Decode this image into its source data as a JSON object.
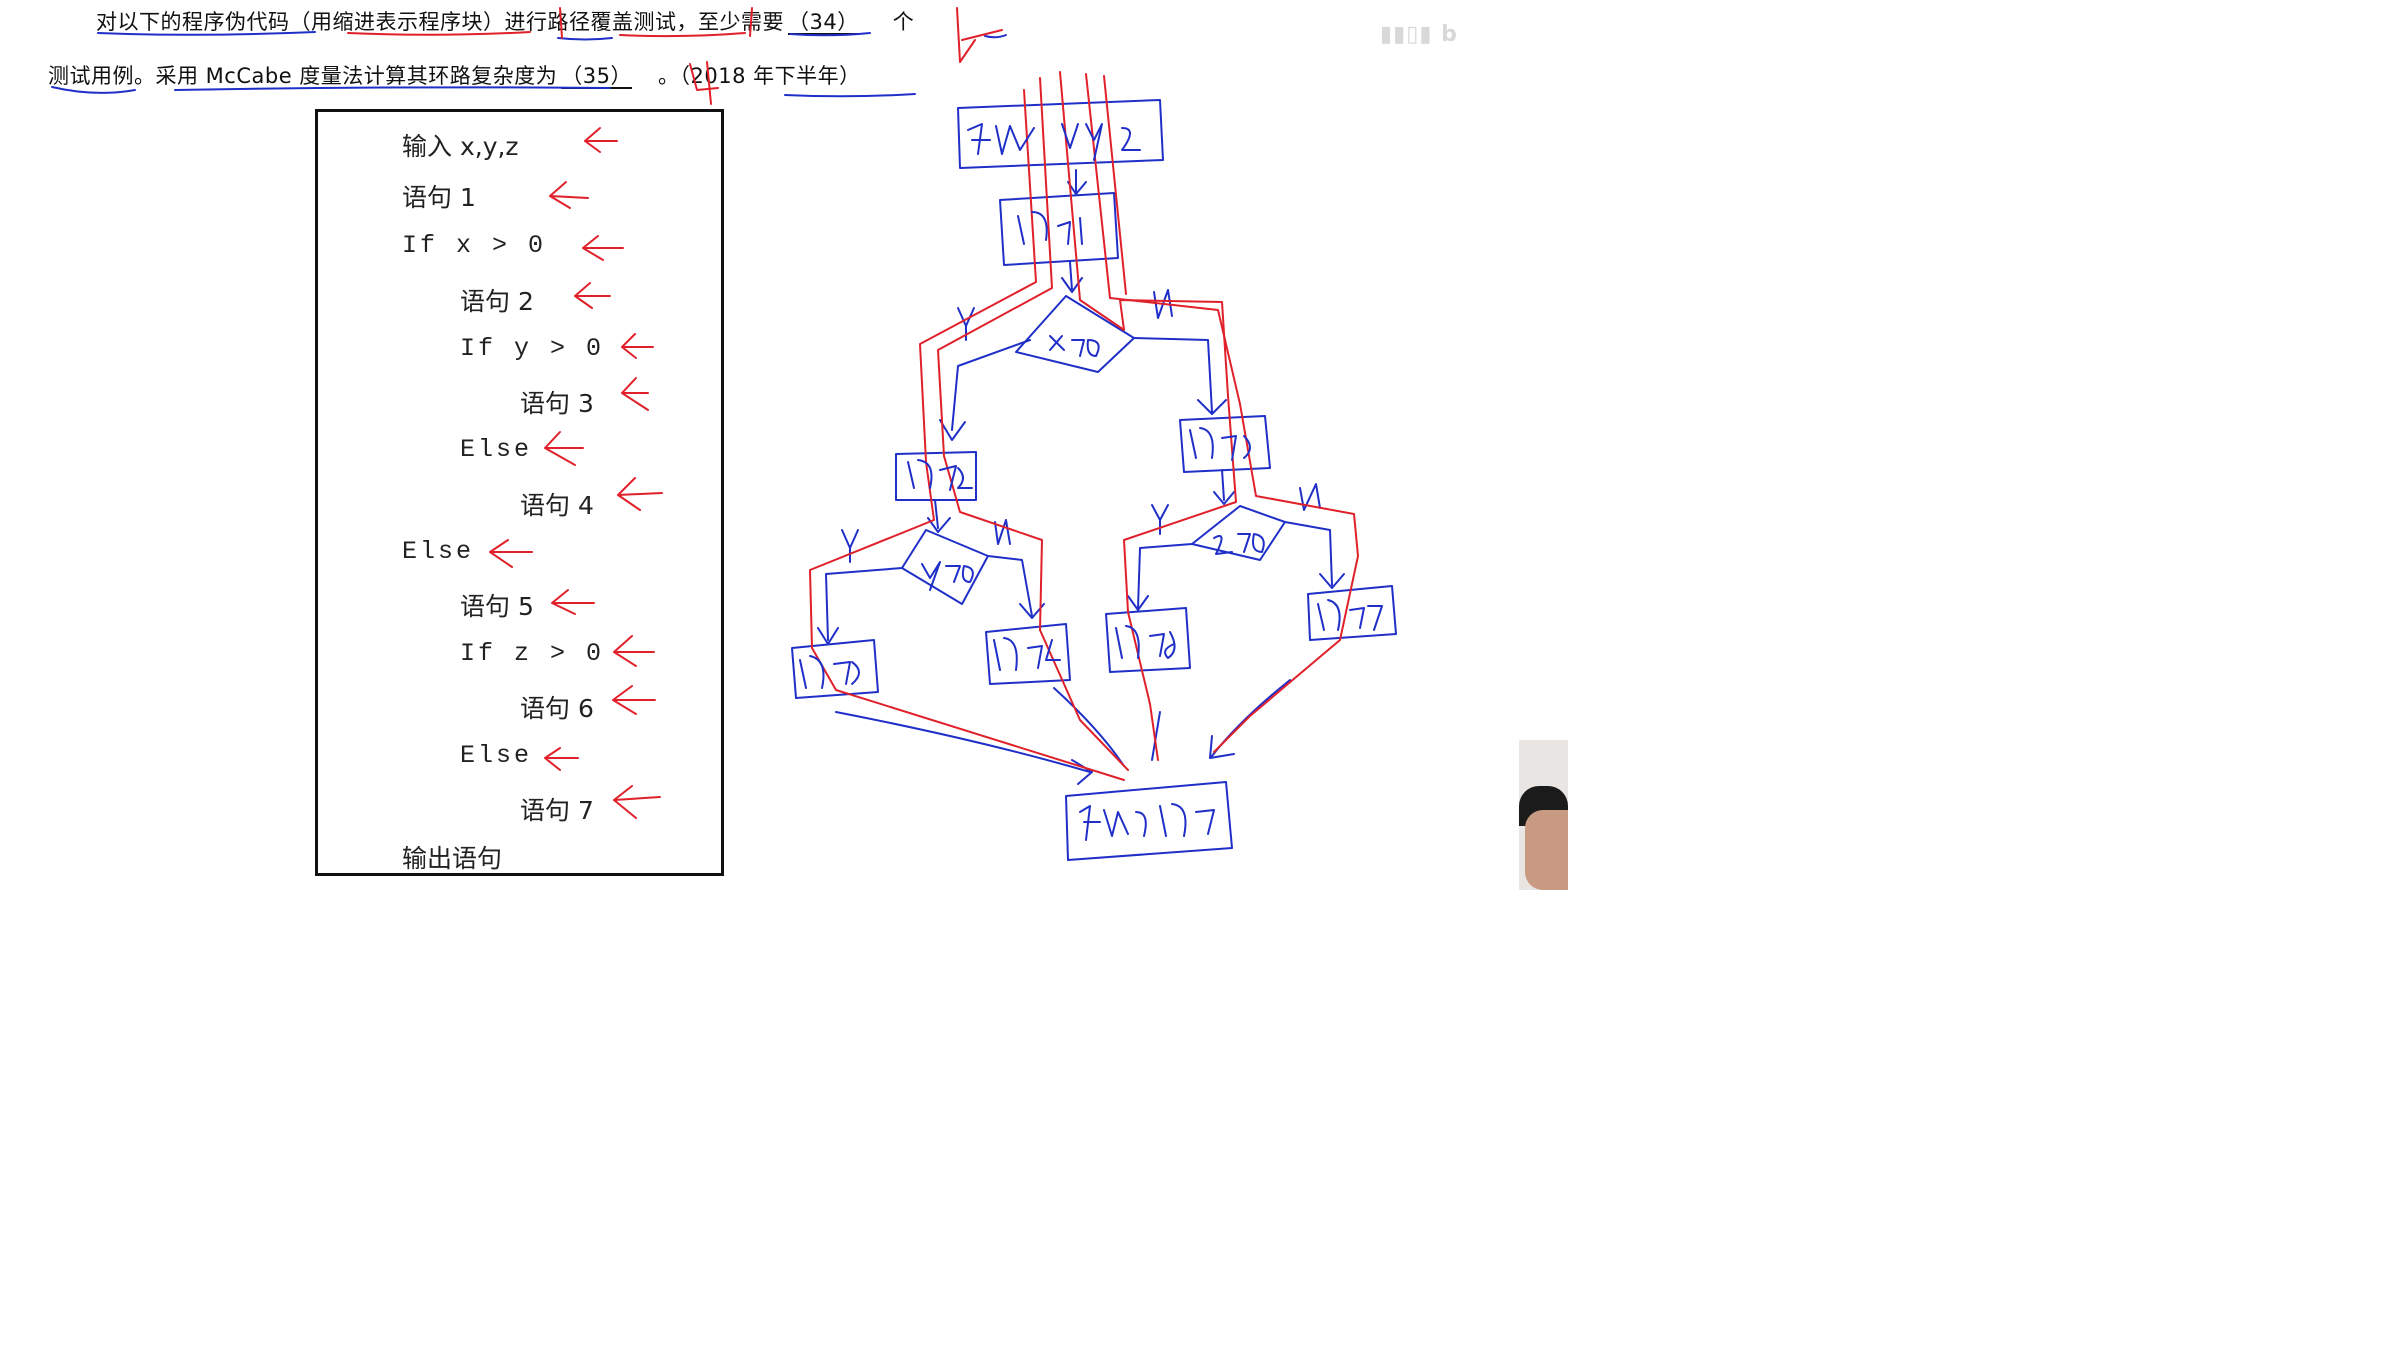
{
  "question": {
    "line1": "对以下的程序伪代码（用缩进表示程序块）进行路径覆盖测试，至少需要",
    "blank34": "（34）",
    "line1_tail": "个",
    "line2": "测试用例。采用 McCabe 度量法计算其环路复杂度为",
    "blank35": "（35）",
    "line2_tail": "。（2018 年下半年）",
    "answer34_handwritten": "4",
    "answer35_handwritten": "4"
  },
  "code": [
    {
      "text": "输入 x,y,z",
      "indent": 0
    },
    {
      "text": "语句 1",
      "indent": 0
    },
    {
      "text": "If x > 0",
      "indent": 0
    },
    {
      "text": "语句 2",
      "indent": 1
    },
    {
      "text": "If y > 0",
      "indent": 1
    },
    {
      "text": "语句 3",
      "indent": 2
    },
    {
      "text": "Else",
      "indent": 1
    },
    {
      "text": "语句 4",
      "indent": 2
    },
    {
      "text": "Else",
      "indent": 0
    },
    {
      "text": "语句 5",
      "indent": 1
    },
    {
      "text": "If z > 0",
      "indent": 1
    },
    {
      "text": "语句 6",
      "indent": 2
    },
    {
      "text": "Else",
      "indent": 1
    },
    {
      "text": "语句 7",
      "indent": 2
    },
    {
      "text": "输出语句",
      "indent": 0
    }
  ],
  "flowchart_labels": {
    "input": "输入 x,y,z",
    "s1": "语句1",
    "d1": "x>0",
    "s2": "语句2",
    "s5": "语句5",
    "d2": "y>0",
    "d3": "z>0",
    "s3": "语句3",
    "s4": "语句4",
    "s6": "语句6",
    "s7": "语句7",
    "output": "输出语句",
    "yes": "Y",
    "no": "N"
  },
  "colors": {
    "annotation_red": "#e0202a",
    "annotation_blue": "#1f2fc8"
  }
}
